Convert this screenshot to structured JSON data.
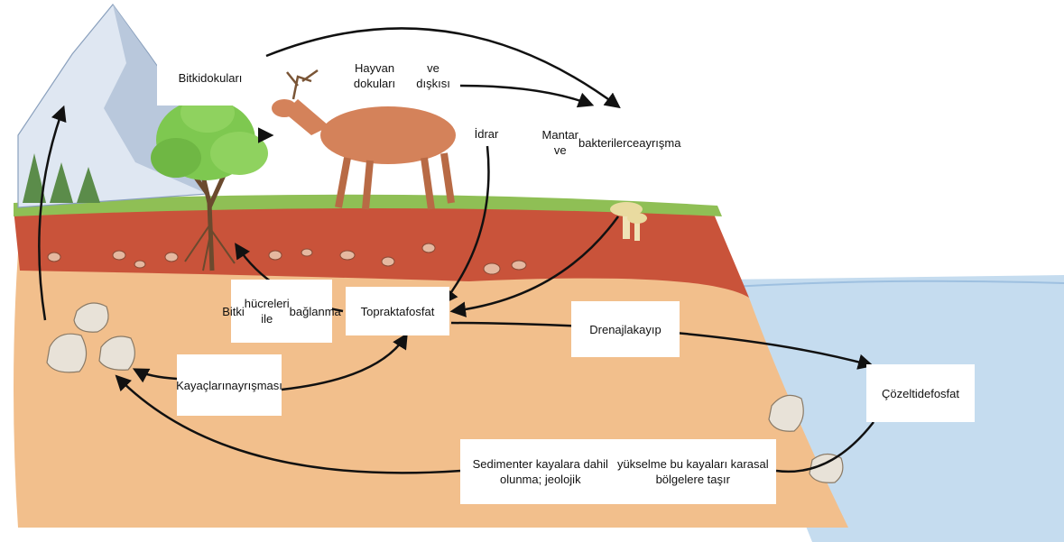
{
  "labels": {
    "plant_tissues": [
      "Bitki",
      "dokuları"
    ],
    "animal_tissues": [
      "Hayvan dokuları",
      "ve dışkısı"
    ],
    "urine": [
      "İdrar"
    ],
    "decomposition": [
      "Mantar ve",
      "bakterilerce",
      "ayrışma"
    ],
    "plant_uptake": [
      "Bitki",
      "hücreleri ile",
      "bağlanma"
    ],
    "soil_phosphate": [
      "Toprakta",
      "fosfat"
    ],
    "drainage_loss": [
      "Drenajla",
      "kayıp"
    ],
    "rock_weathering": [
      "Kayaçların",
      "ayrışması"
    ],
    "dissolved_phosphate": [
      "Çözeltide",
      "fosfat"
    ],
    "sedimentation": [
      "Sedimenter kayalara dahil olunma; jeolojik",
      "yükselme bu kayaları karasal bölgelere taşır"
    ]
  },
  "colors": {
    "sky": "#ffffff",
    "mountain": "#dfe7f2",
    "grass": "#8fbf55",
    "topsoil": "#c9533a",
    "subsoil": "#f2bf8c",
    "water": "#c5dcef",
    "deer": "#d4825a",
    "tree_leaves": "#7ec850",
    "arrow": "#111111"
  }
}
